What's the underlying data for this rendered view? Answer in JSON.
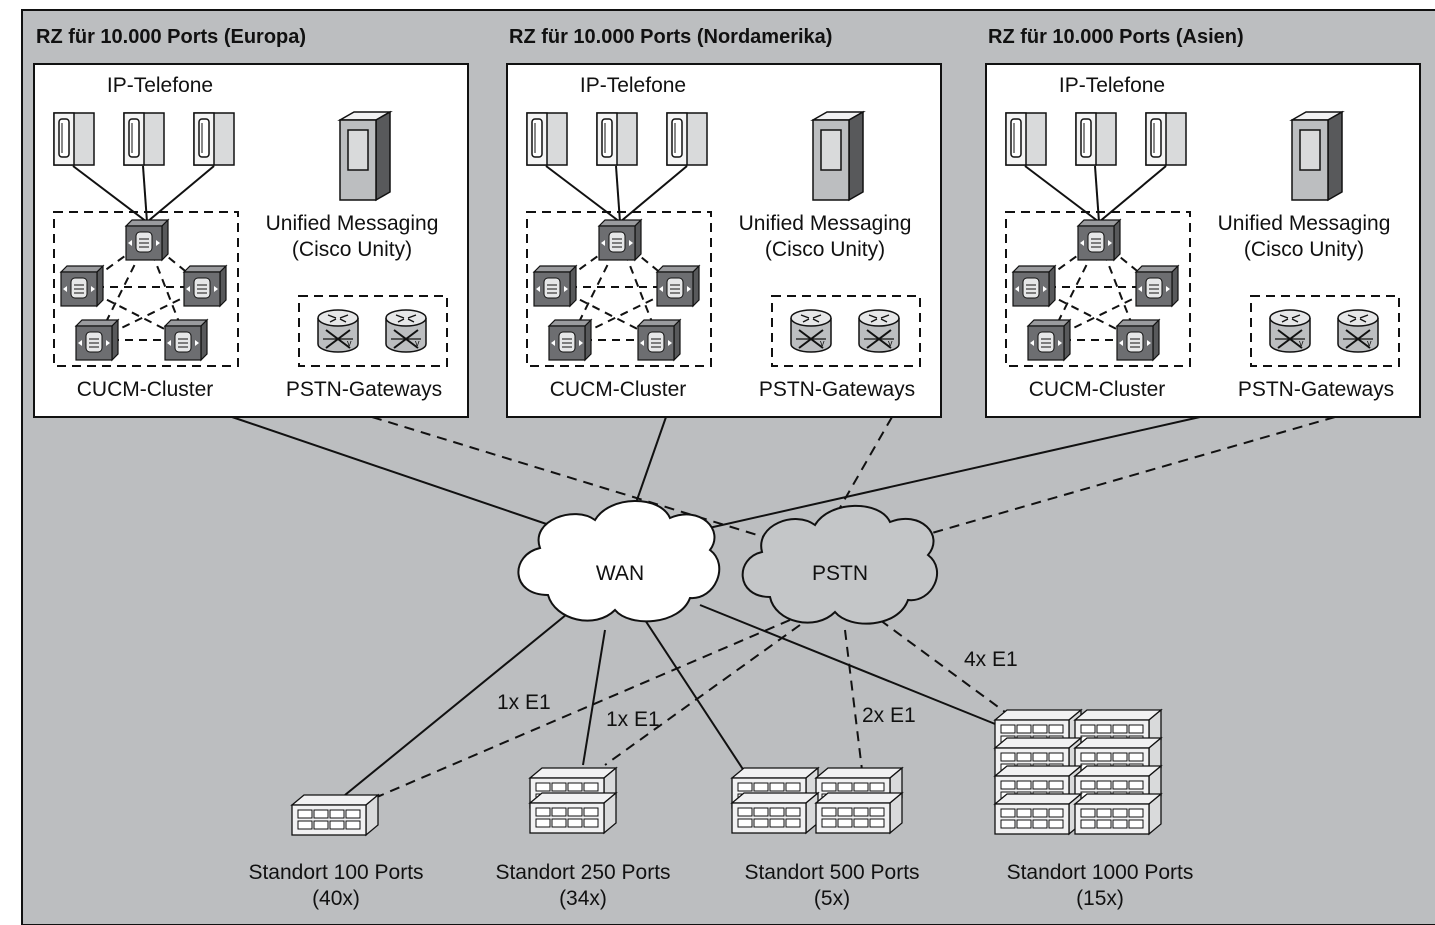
{
  "datacenters": [
    {
      "title": "RZ für 10.000 Ports (Europa)",
      "phones_label": "IP-Telefone",
      "um_label_line1": "Unified Messaging",
      "um_label_line2": "(Cisco Unity)",
      "cluster_label": "CUCM-Cluster",
      "gateways_label": "PSTN-Gateways"
    },
    {
      "title": "RZ für 10.000 Ports (Nordamerika)",
      "phones_label": "IP-Telefone",
      "um_label_line1": "Unified Messaging",
      "um_label_line2": "(Cisco Unity)",
      "cluster_label": "CUCM-Cluster",
      "gateways_label": "PSTN-Gateways"
    },
    {
      "title": "RZ für 10.000 Ports (Asien)",
      "phones_label": "IP-Telefone",
      "um_label_line1": "Unified Messaging",
      "um_label_line2": "(Cisco Unity)",
      "cluster_label": "CUCM-Cluster",
      "gateways_label": "PSTN-Gateways"
    }
  ],
  "clouds": {
    "wan": "WAN",
    "pstn": "PSTN"
  },
  "links": {
    "e1_100": "1x E1",
    "e1_250": "1x E1",
    "e1_500": "2x E1",
    "e1_1000": "4x E1"
  },
  "sites": [
    {
      "name": "Standort 100 Ports",
      "count": "(40x)"
    },
    {
      "name": "Standort 250 Ports",
      "count": "(34x)"
    },
    {
      "name": "Standort 500 Ports",
      "count": "(5x)"
    },
    {
      "name": "Standort 1000 Ports",
      "count": "(15x)"
    }
  ],
  "colors": {
    "background": "#bcbec0",
    "wan_cloud": "#ffffff",
    "pstn_cloud": "#c4c6c8",
    "device_dark": "#6d6e71",
    "device_light": "#d9dadb"
  }
}
